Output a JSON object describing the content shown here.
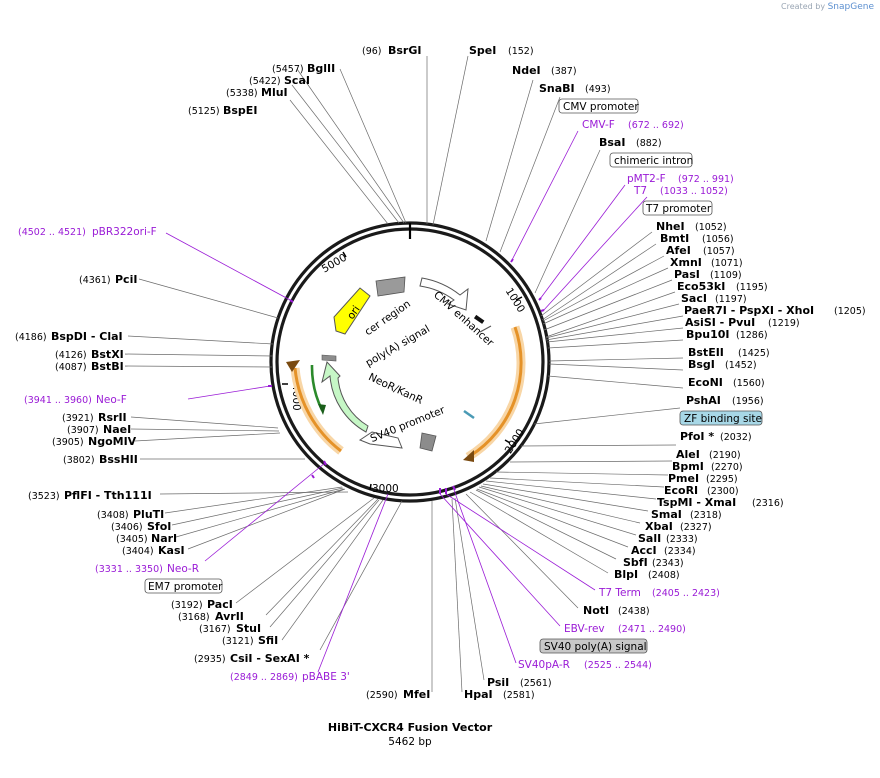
{
  "branding": {
    "created_by": "Created by",
    "app": "SnapGene"
  },
  "map": {
    "title": "HiBiT-CXCR4 Fusion Vector",
    "length": "5462 bp"
  },
  "ticks": [
    "1000",
    "2000",
    "3000",
    "4000",
    "5000"
  ],
  "sites": [
    {
      "name": "BsrGI",
      "pos": "(96)"
    },
    {
      "name": "SpeI",
      "pos": "(152)"
    },
    {
      "name": "BglII",
      "pos": "(5457)"
    },
    {
      "name": "ScaI",
      "pos": "(5422)"
    },
    {
      "name": "MluI",
      "pos": "(5338)"
    },
    {
      "name": "BspEI",
      "pos": "(5125)"
    },
    {
      "name": "NdeI",
      "pos": "(387)"
    },
    {
      "name": "SnaBI",
      "pos": "(493)"
    },
    {
      "name": "BsaI",
      "pos": "(882)"
    },
    {
      "name": "NheI",
      "pos": "(1052)"
    },
    {
      "name": "BmtI",
      "pos": "(1056)"
    },
    {
      "name": "AfeI",
      "pos": "(1057)"
    },
    {
      "name": "XmnI",
      "pos": "(1071)"
    },
    {
      "name": "PasI",
      "pos": "(1109)"
    },
    {
      "name": "Eco53kI",
      "pos": "(1195)"
    },
    {
      "name": "SacI",
      "pos": "(1197)"
    },
    {
      "name": "PaeR7I - PspXI - XhoI",
      "pos": "(1205)"
    },
    {
      "name": "AsiSI - PvuI",
      "pos": "(1219)"
    },
    {
      "name": "Bpu10I",
      "pos": "(1286)"
    },
    {
      "name": "BstEII",
      "pos": "(1425)"
    },
    {
      "name": "BsgI",
      "pos": "(1452)"
    },
    {
      "name": "EcoNI",
      "pos": "(1560)"
    },
    {
      "name": "PshAI",
      "pos": "(1956)"
    },
    {
      "name": "PflFI - Tth111I",
      "pos": "(3523)"
    },
    {
      "name": "PfoI *",
      "pos": "(2032)"
    },
    {
      "name": "AleI",
      "pos": "(2190)"
    },
    {
      "name": "BpmI",
      "pos": "(2270)"
    },
    {
      "name": "PmeI",
      "pos": "(2295)"
    },
    {
      "name": "EcoRI",
      "pos": "(2300)"
    },
    {
      "name": "TspMI - XmaI",
      "pos": "(2316)"
    },
    {
      "name": "SmaI",
      "pos": "(2318)"
    },
    {
      "name": "XbaI",
      "pos": "(2327)"
    },
    {
      "name": "SalI",
      "pos": "(2333)"
    },
    {
      "name": "AccI",
      "pos": "(2334)"
    },
    {
      "name": "SbfI",
      "pos": "(2343)"
    },
    {
      "name": "BlpI",
      "pos": "(2408)"
    },
    {
      "name": "NotI",
      "pos": "(2438)"
    },
    {
      "name": "PsiI",
      "pos": "(2561)"
    },
    {
      "name": "HpaI",
      "pos": "(2581)"
    },
    {
      "name": "MfeI",
      "pos": "(2590)"
    },
    {
      "name": "CsiI - SexAI *",
      "pos": "(2935)"
    },
    {
      "name": "SfiI",
      "pos": "(3121)"
    },
    {
      "name": "StuI",
      "pos": "(3167)"
    },
    {
      "name": "AvrII",
      "pos": "(3168)"
    },
    {
      "name": "PacI",
      "pos": "(3192)"
    },
    {
      "name": "KasI",
      "pos": "(3404)"
    },
    {
      "name": "NarI",
      "pos": "(3405)"
    },
    {
      "name": "SfoI",
      "pos": "(3406)"
    },
    {
      "name": "PluTI",
      "pos": "(3408)"
    },
    {
      "name": "BssHII",
      "pos": "(3802)"
    },
    {
      "name": "NgoMIV",
      "pos": "(3905)"
    },
    {
      "name": "NaeI",
      "pos": "(3907)"
    },
    {
      "name": "RsrII",
      "pos": "(3921)"
    },
    {
      "name": "BstBI",
      "pos": "(4087)"
    },
    {
      "name": "BstXI",
      "pos": "(4126)"
    },
    {
      "name": "BspDI - ClaI",
      "pos": "(4186)"
    },
    {
      "name": "PciI",
      "pos": "(4361)"
    }
  ],
  "primers": [
    {
      "name": "CMV-F",
      "range": "(672 .. 692)"
    },
    {
      "name": "pMT2-F",
      "range": "(972 .. 991)"
    },
    {
      "name": "T7",
      "range": "(1033 .. 1052)"
    },
    {
      "name": "T7 Term",
      "range": "(2405 .. 2423)"
    },
    {
      "name": "EBV-rev",
      "range": "(2471 .. 2490)"
    },
    {
      "name": "SV40pA-R",
      "range": "(2525 .. 2544)"
    },
    {
      "name": "pBABE 3'",
      "range": "(2849 .. 2869)"
    },
    {
      "name": "Neo-R",
      "range": "(3331 .. 3350)"
    },
    {
      "name": "Neo-F",
      "range": "(3941 .. 3960)"
    },
    {
      "name": "pBR322ori-F",
      "range": "(4502 .. 4521)"
    }
  ],
  "boxed_features": [
    "CMV promoter",
    "chimeric intron",
    "T7 promoter",
    "ZF binding site",
    "SV40 poly(A) signal",
    "EM7 promoter"
  ],
  "inner_features": [
    "CMV enhancer",
    "ori",
    "cer region",
    "poly(A) signal",
    "NeoR/KanR",
    "SV40 promoter"
  ],
  "colors": {
    "primer": "#9a1bd6",
    "ori": "#ffff00",
    "neo": "#c6f7c6",
    "cds_orange": "#f5b041",
    "zf_box": "#a7d7e6",
    "sv40pa_box": "#c8c8c8"
  }
}
